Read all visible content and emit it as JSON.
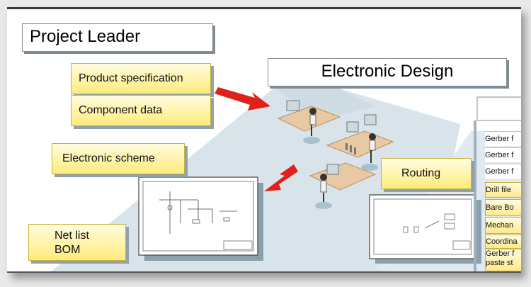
{
  "titles": {
    "project_leader": "Project Leader",
    "electronic_design": "Electronic Design"
  },
  "inputs": {
    "product_spec": "Product specification",
    "component_data": "Component data",
    "electronic_scheme": "Electronic scheme",
    "routing": "Routing",
    "netlist_line1": "Net list",
    "netlist_line2": "BOM"
  },
  "outputs": {
    "items": [
      "Gerber f",
      "Gerber f",
      "Gerber f",
      "Drill file",
      "Bare Bo",
      "Mechan",
      "Coordina",
      "Gerber f paste st"
    ]
  },
  "colors": {
    "floor": "#d7e1e8",
    "arrow": "#e0201a",
    "label_fill": "#fff6b0",
    "shadow": "#8ea1ac"
  }
}
